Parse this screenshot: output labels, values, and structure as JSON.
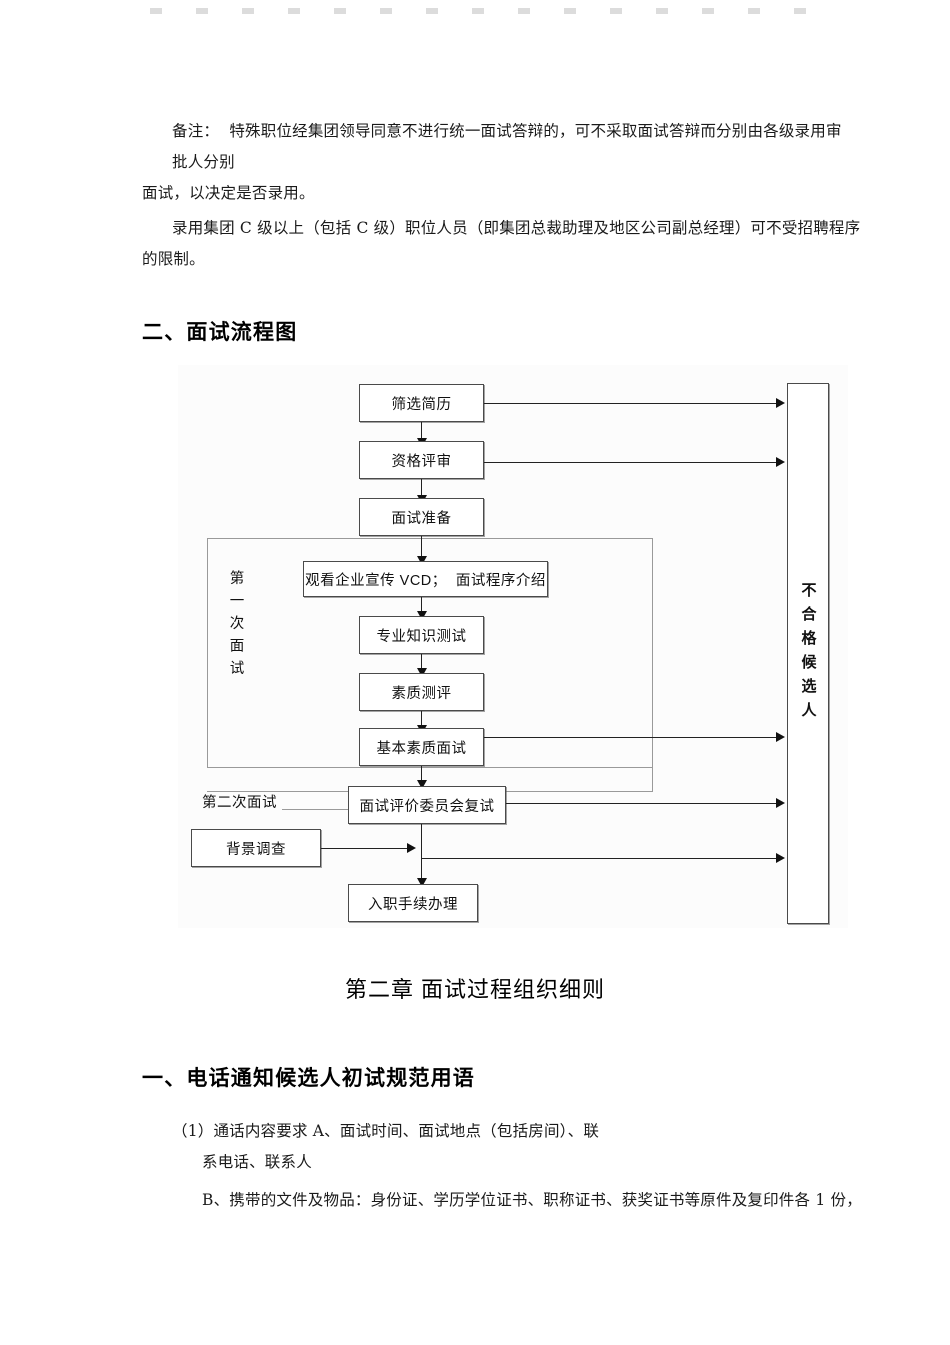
{
  "document": {
    "paragraphs": {
      "note_line1": "备注：  特殊职位经集团领导同意不进行统一面试答辩的，可不采取面试答辩而分别由各级录用审",
      "note_line2": "批人分别",
      "note_line3": "面试，以决定是否录用。",
      "note_line4": "录用集团 C 级以上（包括 C 级）职位人员（即集团总裁助理及地区公司副总经理）可不受招聘程序",
      "note_line5": "的限制。"
    },
    "headings": {
      "flowchart_section": "二、面试流程图",
      "chapter_title": "第二章  面试过程组织细则",
      "phone_section": "一、电话通知候选人初试规范用语"
    },
    "list": {
      "item1_line1": "（1）通话内容要求 A、面试时间、面试地点（包括房间）、联",
      "item1_line2": "系电话、联系人",
      "item1_line3": "B、携带的文件及物品：身份证、学历学位证书、职称证书、获奖证书等原件及复印件各 1 份，"
    }
  },
  "flowchart": {
    "nodes": {
      "resume_screen": "筛选简历",
      "qualification_review": "资格评审",
      "interview_prep": "面试准备",
      "vcd_intro": "观看企业宣传 VCD；  面试程序介绍",
      "professional_test": "专业知识测试",
      "quality_assessment": "素质测评",
      "basic_quality_interview": "基本素质面试",
      "committee_reinterview": "面试评价委员会复试",
      "background_check": "背景调查",
      "onboarding": "入职手续办理",
      "rejected_candidates": "不合格候选人"
    },
    "group_labels": {
      "first_interview": "第一次面试",
      "second_interview": "第二次面试"
    }
  },
  "colors": {
    "node_border": "#4a4a4a",
    "connector": "#222222",
    "group_border": "#9a9a9a",
    "canvas_background": "#fcfcfc",
    "text": "#111111"
  }
}
